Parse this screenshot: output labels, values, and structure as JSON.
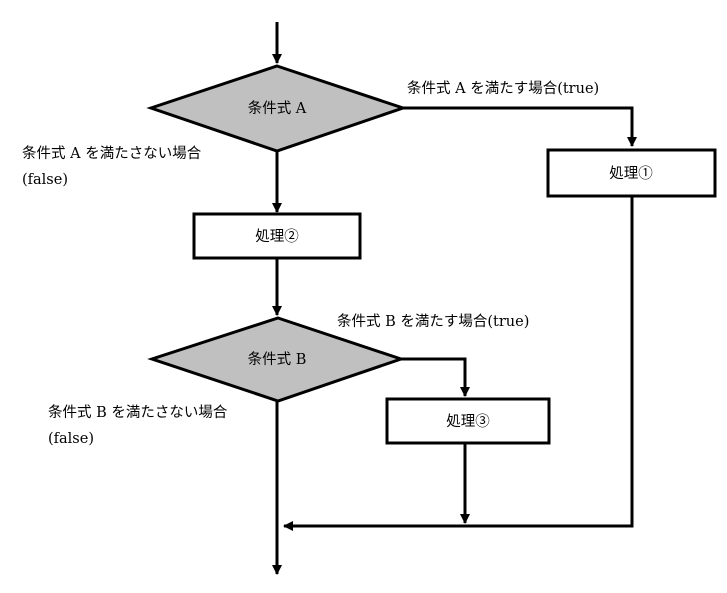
{
  "nodes": {
    "decision_a": {
      "label": "条件式 A",
      "fill": "#c0c0c0"
    },
    "process_1": {
      "label": "処理①"
    },
    "process_2": {
      "label": "処理②"
    },
    "decision_b": {
      "label": "条件式 B",
      "fill": "#c0c0c0"
    },
    "process_3": {
      "label": "処理③"
    }
  },
  "edges": {
    "a_true": "条件式 A を満たす場合(true)",
    "a_false_1": "条件式 A を満たさない場合",
    "a_false_2": "(false)",
    "b_true": "条件式 B を満たす場合(true)",
    "b_false_1": "条件式 B を満たさない場合",
    "b_false_2": "(false)"
  },
  "colors": {
    "line": "#000000",
    "decision_fill": "#c0c0c0",
    "box_fill": "#ffffff"
  }
}
